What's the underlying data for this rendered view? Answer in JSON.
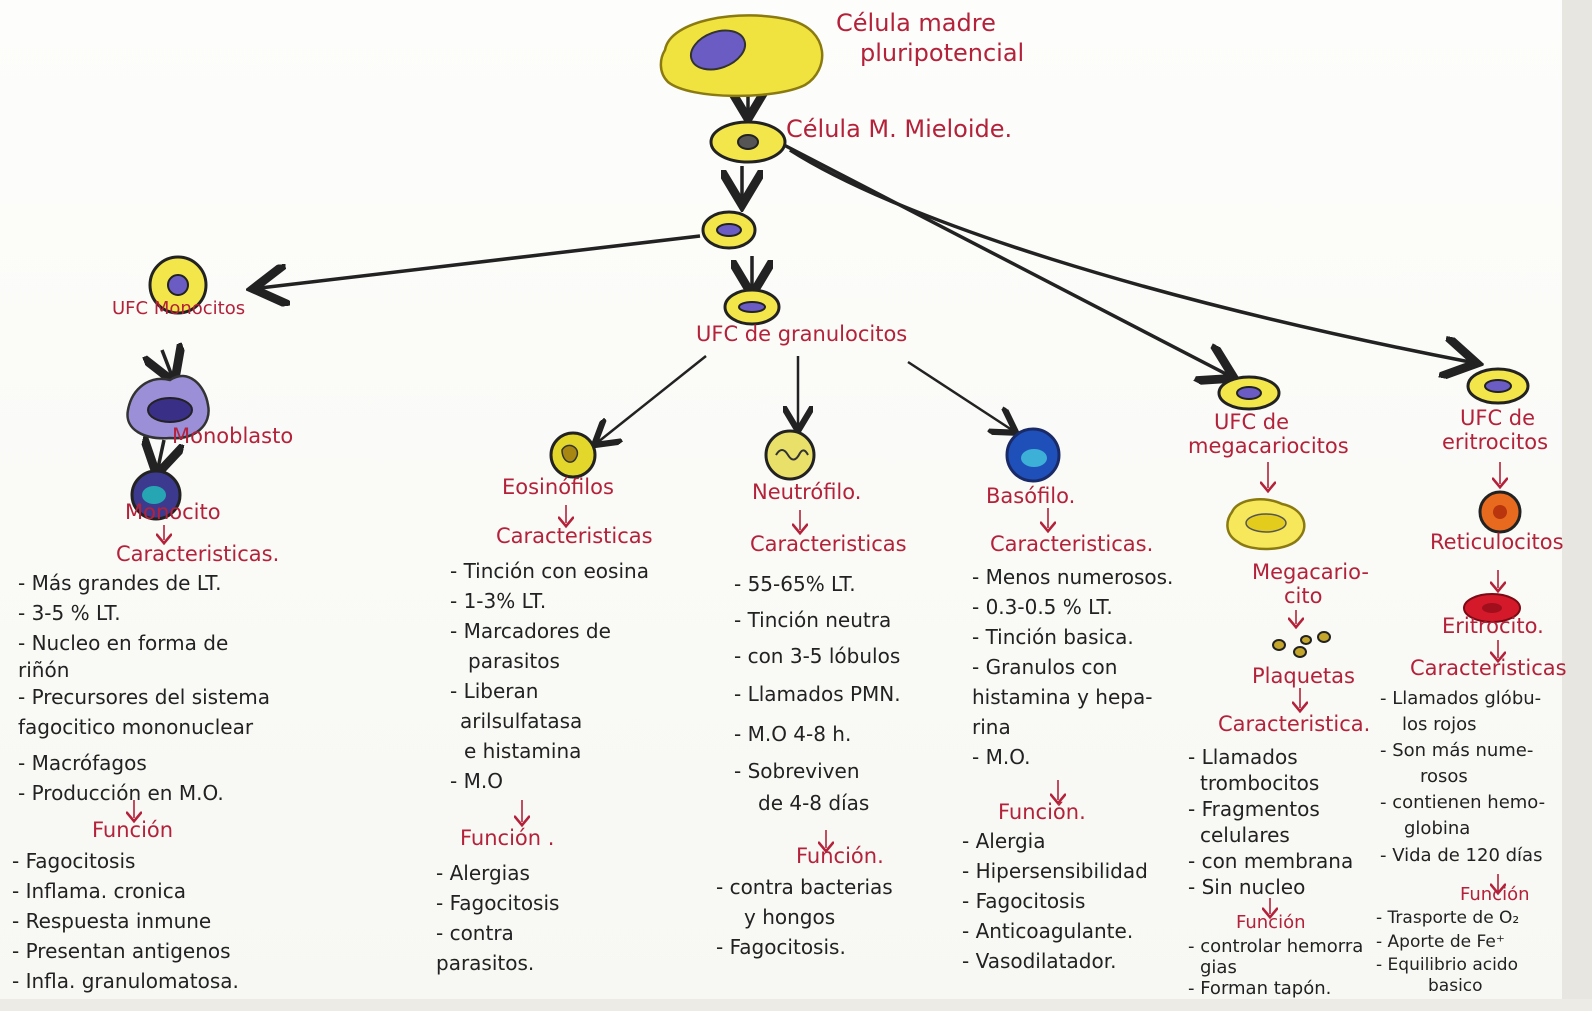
{
  "root": {
    "label_line1": "Célula madre",
    "label_line2": "pluripotencial"
  },
  "mieloide": {
    "label": "Célula M. Mieloide."
  },
  "monocitos": {
    "ufc": "UFC Monocitos",
    "blasto": "Monoblasto",
    "cell": "Monocito",
    "car_title": "Caracteristicas.",
    "car": [
      "- Más grandes de LT.",
      "- 3-5 % LT.",
      "- Nucleo en forma de",
      "riñón",
      "- Precursores del sistema",
      "fagocitico mononuclear",
      "- Macrófagos",
      "- Producción en M.O."
    ],
    "fun_title": "Función",
    "fun": [
      "- Fagocitosis",
      "- Inflama. cronica",
      "- Respuesta inmune",
      "- Presentan antigenos",
      "- Infla. granulomatosa."
    ]
  },
  "granulocitos": {
    "ufc": "UFC de granulocitos"
  },
  "eosinofilos": {
    "name": "Eosinófilos",
    "car_title": "Caracteristicas",
    "car": [
      "- Tinción con eosina",
      "- 1-3% LT.",
      "- Marcadores de",
      "parasitos",
      "- Liberan",
      "arilsulfatasa",
      "e histamina",
      "- M.O"
    ],
    "fun_title": "Función .",
    "fun": [
      "- Alergias",
      "- Fagocitosis",
      "- contra",
      "parasitos."
    ]
  },
  "neutrofilo": {
    "name": "Neutrófilo.",
    "car_title": "Caracteristicas",
    "car": [
      "- 55-65% LT.",
      "- Tinción neutra",
      "- con 3-5 lóbulos",
      "- Llamados PMN.",
      "- M.O 4-8 h.",
      "- Sobreviven",
      "de 4-8 días"
    ],
    "fun_title": "Función.",
    "fun": [
      "- contra bacterias",
      "y hongos",
      "- Fagocitosis."
    ]
  },
  "basofilo": {
    "name": "Basófilo.",
    "car_title": "Caracteristicas.",
    "car": [
      "- Menos numerosos.",
      "- 0.3-0.5 % LT.",
      "- Tinción basica.",
      "- Granulos con",
      "histamina y hepa-",
      "rina",
      "- M.O."
    ],
    "fun_title": "Función.",
    "fun": [
      "- Alergia",
      "- Hipersensibilidad",
      "- Fagocitosis",
      "- Anticoagulante.",
      "- Vasodilatador."
    ]
  },
  "megacariocitos": {
    "ufc_line1": "UFC de",
    "ufc_line2": "megacariocitos",
    "mega_line1": "Megacario-",
    "mega_line2": "cito",
    "plaquetas": "Plaquetas",
    "car_title": "Caracteristica.",
    "car": [
      "- Llamados",
      "trombocitos",
      "- Fragmentos",
      "celulares",
      "- con membrana",
      "- Sin nucleo"
    ],
    "fun_title": "Función",
    "fun": [
      "- controlar hemorra",
      "gias",
      "- Forman tapón."
    ]
  },
  "eritrocitos": {
    "ufc_line1": "UFC de",
    "ufc_line2": "eritrocitos",
    "reti": "Reticulocitos",
    "eri": "Eritrocito.",
    "car_title": "Caracteristicas",
    "car": [
      "- Llamados glóbu-",
      "los rojos",
      "- Son más nume-",
      "rosos",
      "- contienen hemo-",
      "globina",
      "- Vida de 120 días"
    ],
    "fun_title": "Función",
    "fun": [
      "- Trasporte de O₂",
      "- Aporte de Fe⁺",
      "- Equilibrio acido",
      "basico"
    ]
  },
  "colors": {
    "ink": "#222222",
    "red": "#b3223a",
    "yellow": "#f3e64a",
    "purple": "#6b5cc4",
    "blue": "#1f4fb8",
    "orange": "#e86a1e",
    "crimson": "#d4192b"
  }
}
